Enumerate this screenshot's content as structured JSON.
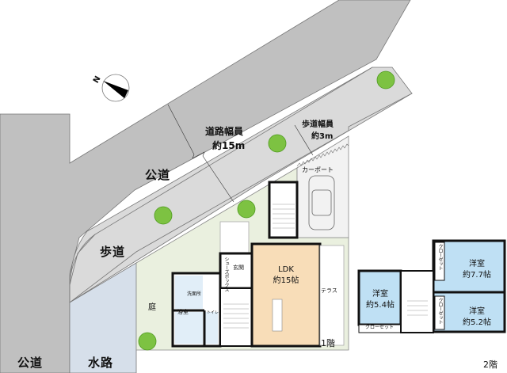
{
  "compass": {
    "label": "N",
    "icon": "north-arrow-icon"
  },
  "roads": {
    "public_road_top": "公道",
    "public_road_left": "公道",
    "sidewalk": "歩道",
    "waterway": "水路",
    "road_width_label": "道路幅員",
    "road_width_value": "約15m",
    "sidewalk_width_label": "歩道幅員",
    "sidewalk_width_value": "約3m"
  },
  "site": {
    "garden": "庭",
    "carport": "カーポート"
  },
  "floor1": {
    "label": "1階",
    "ldk_name": "LDK",
    "ldk_size": "約15帖",
    "entrance": "玄関",
    "shoe_closet": "シューズボックス",
    "washroom": "洗面所",
    "bathroom": "浴室",
    "toilet": "トイレ",
    "terrace": "テラス"
  },
  "floor2": {
    "label": "2階",
    "rooms": [
      {
        "name": "洋室",
        "size": "約7.7帖"
      },
      {
        "name": "洋室",
        "size": "約5.4帖"
      },
      {
        "name": "洋室",
        "size": "約5.2帖"
      }
    ],
    "closet": "クローゼット"
  },
  "colors": {
    "road": "#c0c0c0",
    "sidewalk": "#dadada",
    "waterway": "#d6dfea",
    "garden": "#eaf0df",
    "ldk": "#f8ddb8",
    "western_room": "#bfe0f4",
    "wet_area": "#e1eef8",
    "wall": "#111111",
    "tree": "#7dc242"
  }
}
